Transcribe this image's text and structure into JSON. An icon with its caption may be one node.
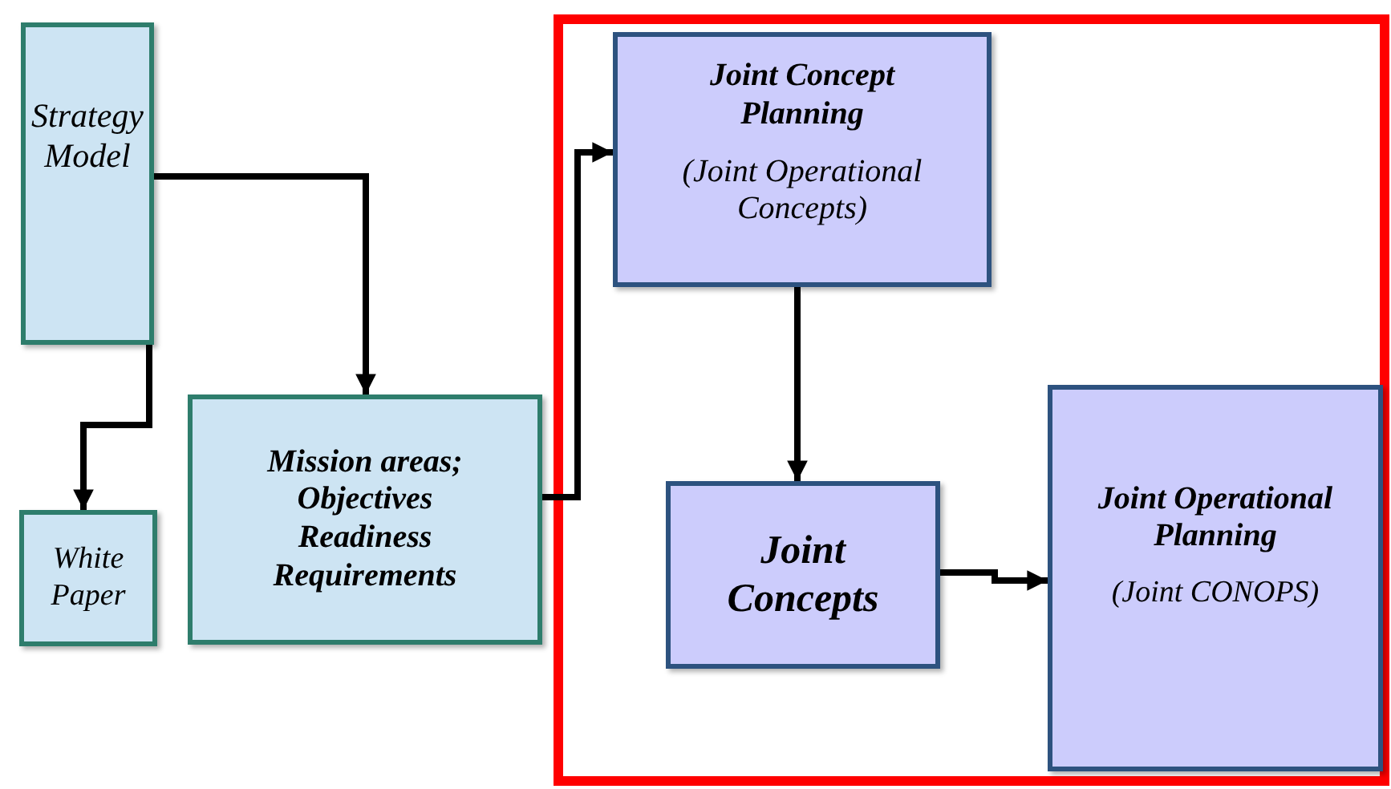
{
  "diagram": {
    "nodes": [
      {
        "text": [
          "Strategy Model"
        ]
      },
      {
        "text": [
          "White Paper"
        ]
      },
      {
        "text": [
          "Mission areas; Objectives Readiness Requirements"
        ]
      },
      {
        "text": [],
        "shape": "box"
      },
      {
        "text": [
          "Joint Concept Planning",
          "(Joint Operational Concepts)"
        ],
        "in": 3
      },
      {
        "text": [
          "Joint Concepts"
        ],
        "in": 3
      },
      {
        "text": [
          "Joint Operational Planning",
          "(Joint CONOPS)"
        ],
        "in": 3
      }
    ],
    "edges": [
      {
        "from": 0,
        "to": 1,
        "arrow": "to"
      },
      {
        "from": 0,
        "to": 2,
        "arrow": "to"
      },
      {
        "from": 2,
        "to": 4,
        "arrow": "to"
      },
      {
        "from": 4,
        "to": 5,
        "arrow": "to"
      },
      {
        "from": 5,
        "to": 6,
        "arrow": "to"
      }
    ]
  }
}
